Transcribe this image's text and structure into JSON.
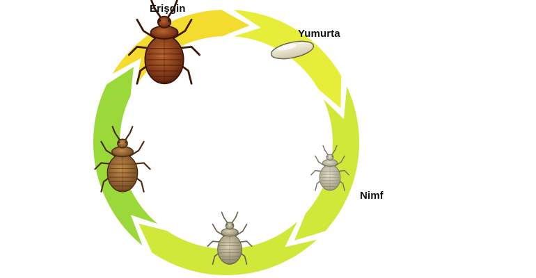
{
  "stages": {
    "adult": {
      "label": "Erişgin"
    },
    "egg": {
      "label": "Yumurta"
    },
    "nymph": {
      "label": "Nimf"
    }
  },
  "colors": {
    "arrow_yellow": "#f3dc2e",
    "arrow_yellow_green": "#e6ee3a",
    "arrow_light_green": "#cfe83a",
    "arrow_green": "#9bd93a",
    "adult_bug": "#8a3e1c",
    "nymph_bug_late": "#9a6a36",
    "nymph_bug_early": "#c9c4a8",
    "egg": "#ece6cf"
  }
}
